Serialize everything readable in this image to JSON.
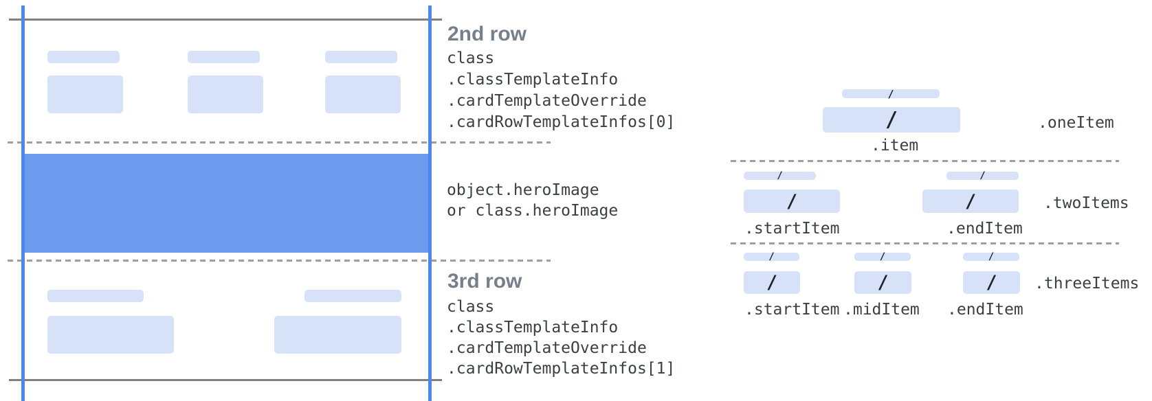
{
  "card": {
    "second_row": {
      "heading": "2nd row",
      "class_path_lines": [
        "class",
        ".classTemplateInfo",
        ".cardTemplateOverride",
        ".cardRowTemplateInfos[0]"
      ]
    },
    "hero": {
      "lines": [
        "object.heroImage",
        "or class.heroImage"
      ]
    },
    "third_row": {
      "heading": "3rd row",
      "class_path_lines": [
        "class",
        ".classTemplateInfo",
        ".cardTemplateOverride",
        ".cardRowTemplateInfos[1]"
      ]
    }
  },
  "items_diagram": {
    "slash_glyph": "/",
    "one_item": {
      "group_label": ".oneItem",
      "item_labels": [
        ".item"
      ]
    },
    "two_items": {
      "group_label": ".twoItems",
      "item_labels": [
        ".startItem",
        ".endItem"
      ]
    },
    "three_items": {
      "group_label": ".threeItems",
      "item_labels": [
        ".startItem",
        ".midItem",
        ".endItem"
      ]
    }
  },
  "colors": {
    "hero_fill": "#6e9aee",
    "guide_line_blue": "#4e86ef",
    "placeholder_fill": "#d7e2f9",
    "frame_line_gray": "#808080",
    "dashed_line_gray": "#9e9e9e",
    "heading_gray": "#76808b",
    "code_text_gray": "#3c4043",
    "slash_dark": "#1f2328"
  }
}
